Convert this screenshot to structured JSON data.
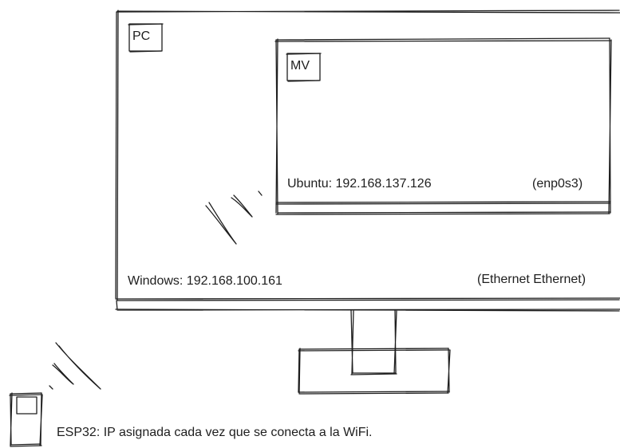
{
  "pc": {
    "tag": "PC",
    "windows_ip_label": "Windows: 192.168.100.161",
    "interface_label": "(Ethernet Ethernet)"
  },
  "vm": {
    "tag": "MV",
    "ubuntu_ip_label": "Ubuntu: 192.168.137.126",
    "interface_label": "(enp0s3)"
  },
  "esp32": {
    "label": "ESP32: IP asignada cada vez que se conecta a la WiFi."
  },
  "icons": {
    "signal": "wifi-signal-icon"
  },
  "colors": {
    "stroke": "#1e1e1e",
    "background": "#ffffff"
  }
}
